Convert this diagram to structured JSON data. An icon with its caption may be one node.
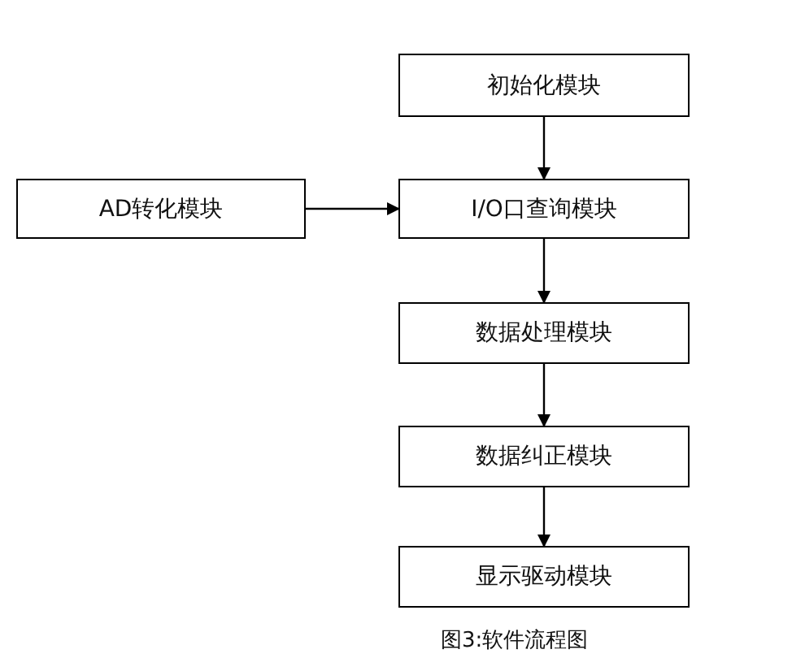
{
  "diagram": {
    "caption": "图3:软件流程图",
    "nodes": [
      {
        "text": [
          "初始化模块"
        ]
      },
      {
        "text": [
          "AD转化模块"
        ]
      },
      {
        "text": [
          "I/O口查询模块"
        ]
      },
      {
        "text": [
          "数据处理模块"
        ]
      },
      {
        "text": [
          "数据纠正模块"
        ]
      },
      {
        "text": [
          "显示驱动模块"
        ]
      }
    ],
    "edges": [
      {
        "from": 0,
        "to": 2,
        "arrow": "to"
      },
      {
        "from": 1,
        "to": 2,
        "arrow": "to"
      },
      {
        "from": 2,
        "to": 3,
        "arrow": "to"
      },
      {
        "from": 3,
        "to": 4,
        "arrow": "to"
      },
      {
        "from": 4,
        "to": 5,
        "arrow": "to"
      }
    ]
  }
}
